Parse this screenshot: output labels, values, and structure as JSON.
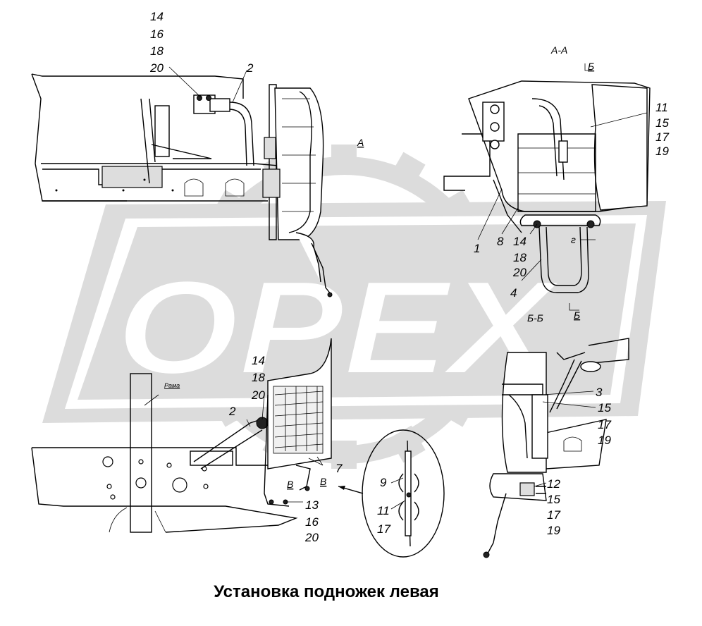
{
  "watermark": {
    "text": "OPEX",
    "color": "#d9d9d9"
  },
  "caption": "Установка подножек левая",
  "section_labels": {
    "view_a": "А",
    "section_aa": "А-А",
    "cut_b_top": "Б",
    "cut_b_bottom": "Б",
    "section_bb": "Б-Б",
    "cut_g": "г",
    "cut_v_left": "В",
    "cut_v_right": "В",
    "frame": "Рама"
  },
  "callouts": {
    "top_left_stack": [
      "14",
      "16",
      "18",
      "20"
    ],
    "top_left_2": "2",
    "aa_right_stack": [
      "11",
      "15",
      "17",
      "19"
    ],
    "aa_1": "1",
    "aa_8": "8",
    "aa_bottom_stack": [
      "14",
      "18",
      "20"
    ],
    "aa_4": "4",
    "bottom_left_stack": [
      "14",
      "18",
      "20"
    ],
    "bottom_left_2": "2",
    "bottom_left_7": "7",
    "bottom_left_lower_stack": [
      "13",
      "16",
      "20"
    ],
    "detail_9": "9",
    "detail_11": "11",
    "detail_17": "17",
    "bb_3": "3",
    "bb_stack_mid": [
      "15",
      "17",
      "19"
    ],
    "bb_stack_low": [
      "12",
      "15",
      "17",
      "19"
    ]
  }
}
